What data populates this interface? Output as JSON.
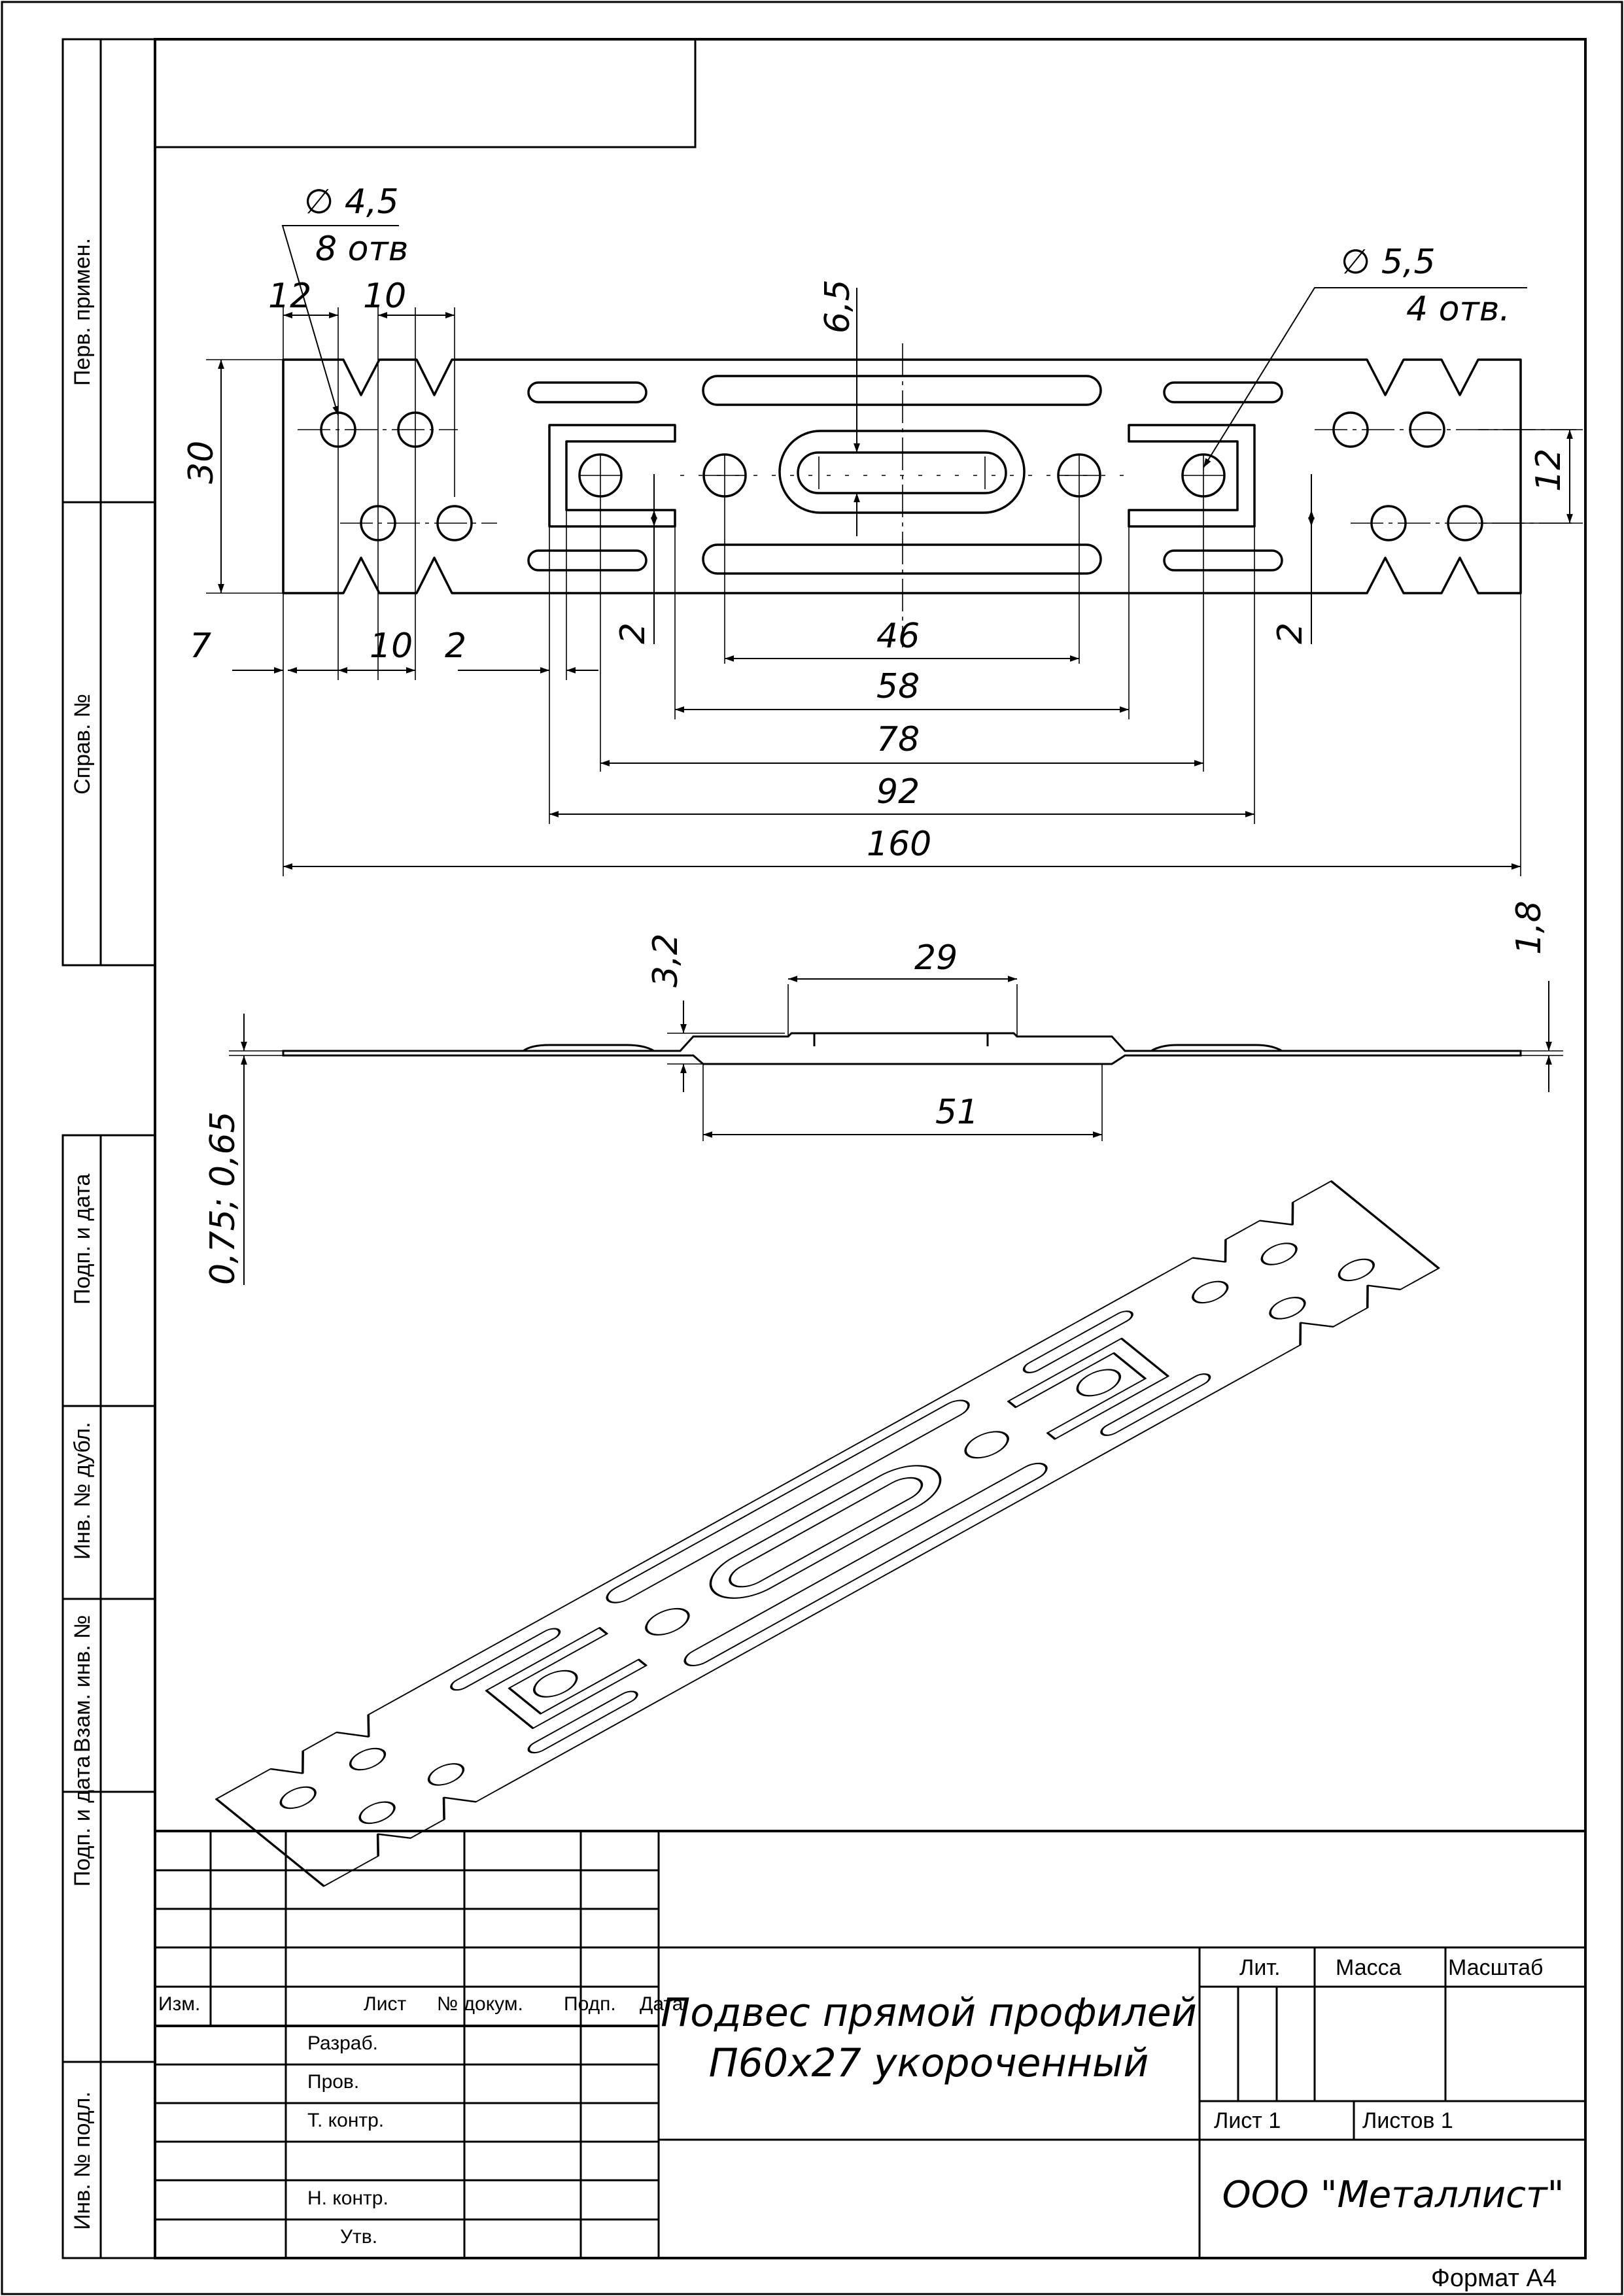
{
  "sidebar": {
    "perv_primen": "Перв. примен.",
    "sprav_no": "Справ. №",
    "podp_data_1": "Подп. и дата",
    "inv_dubl": "Инв. № дубл.",
    "vzam_inv": "Взам. инв. №",
    "podp_data_2": "Подп. и дата",
    "inv_podl": "Инв. № подл."
  },
  "plan_view": {
    "hole_small": {
      "dia": "∅ 4,5",
      "count": "8 отв"
    },
    "hole_large": {
      "dia": "∅ 5,5",
      "count": "4 отв."
    },
    "dims": {
      "d12": "12",
      "d10_top": "10",
      "d6_5": "6,5",
      "d30": "30",
      "d12_right": "12",
      "d7": "7",
      "d10_bottom": "10",
      "d2_bottom": "2",
      "d2_left": "2",
      "d2_right": "2",
      "d46": "46",
      "d58": "58",
      "d78": "78",
      "d92": "92",
      "d160": "160"
    }
  },
  "side_view": {
    "dims": {
      "d3_2": "3,2",
      "d29": "29",
      "d51": "51",
      "d1_8": "1,8",
      "d0_75": "0,75; 0,65"
    }
  },
  "title_block": {
    "izm": "Изм.",
    "list": "Лист",
    "no_dokum": "№ докум.",
    "podp": "Подп.",
    "data": "Дата",
    "razrab": "Разраб.",
    "prov": "Пров.",
    "t_kontr": "Т. контр.",
    "n_kontr": "Н. контр.",
    "utv": "Утв.",
    "title_line1": "Подвес прямой профилей",
    "title_line2": "П60х27 укороченный",
    "lit": "Лит.",
    "massa": "Масса",
    "masshtab": "Масштаб",
    "list_1": "Лист 1",
    "listov_1": "Листов 1",
    "organization": "ООО \"Металлист\""
  },
  "format": "Формат А4"
}
